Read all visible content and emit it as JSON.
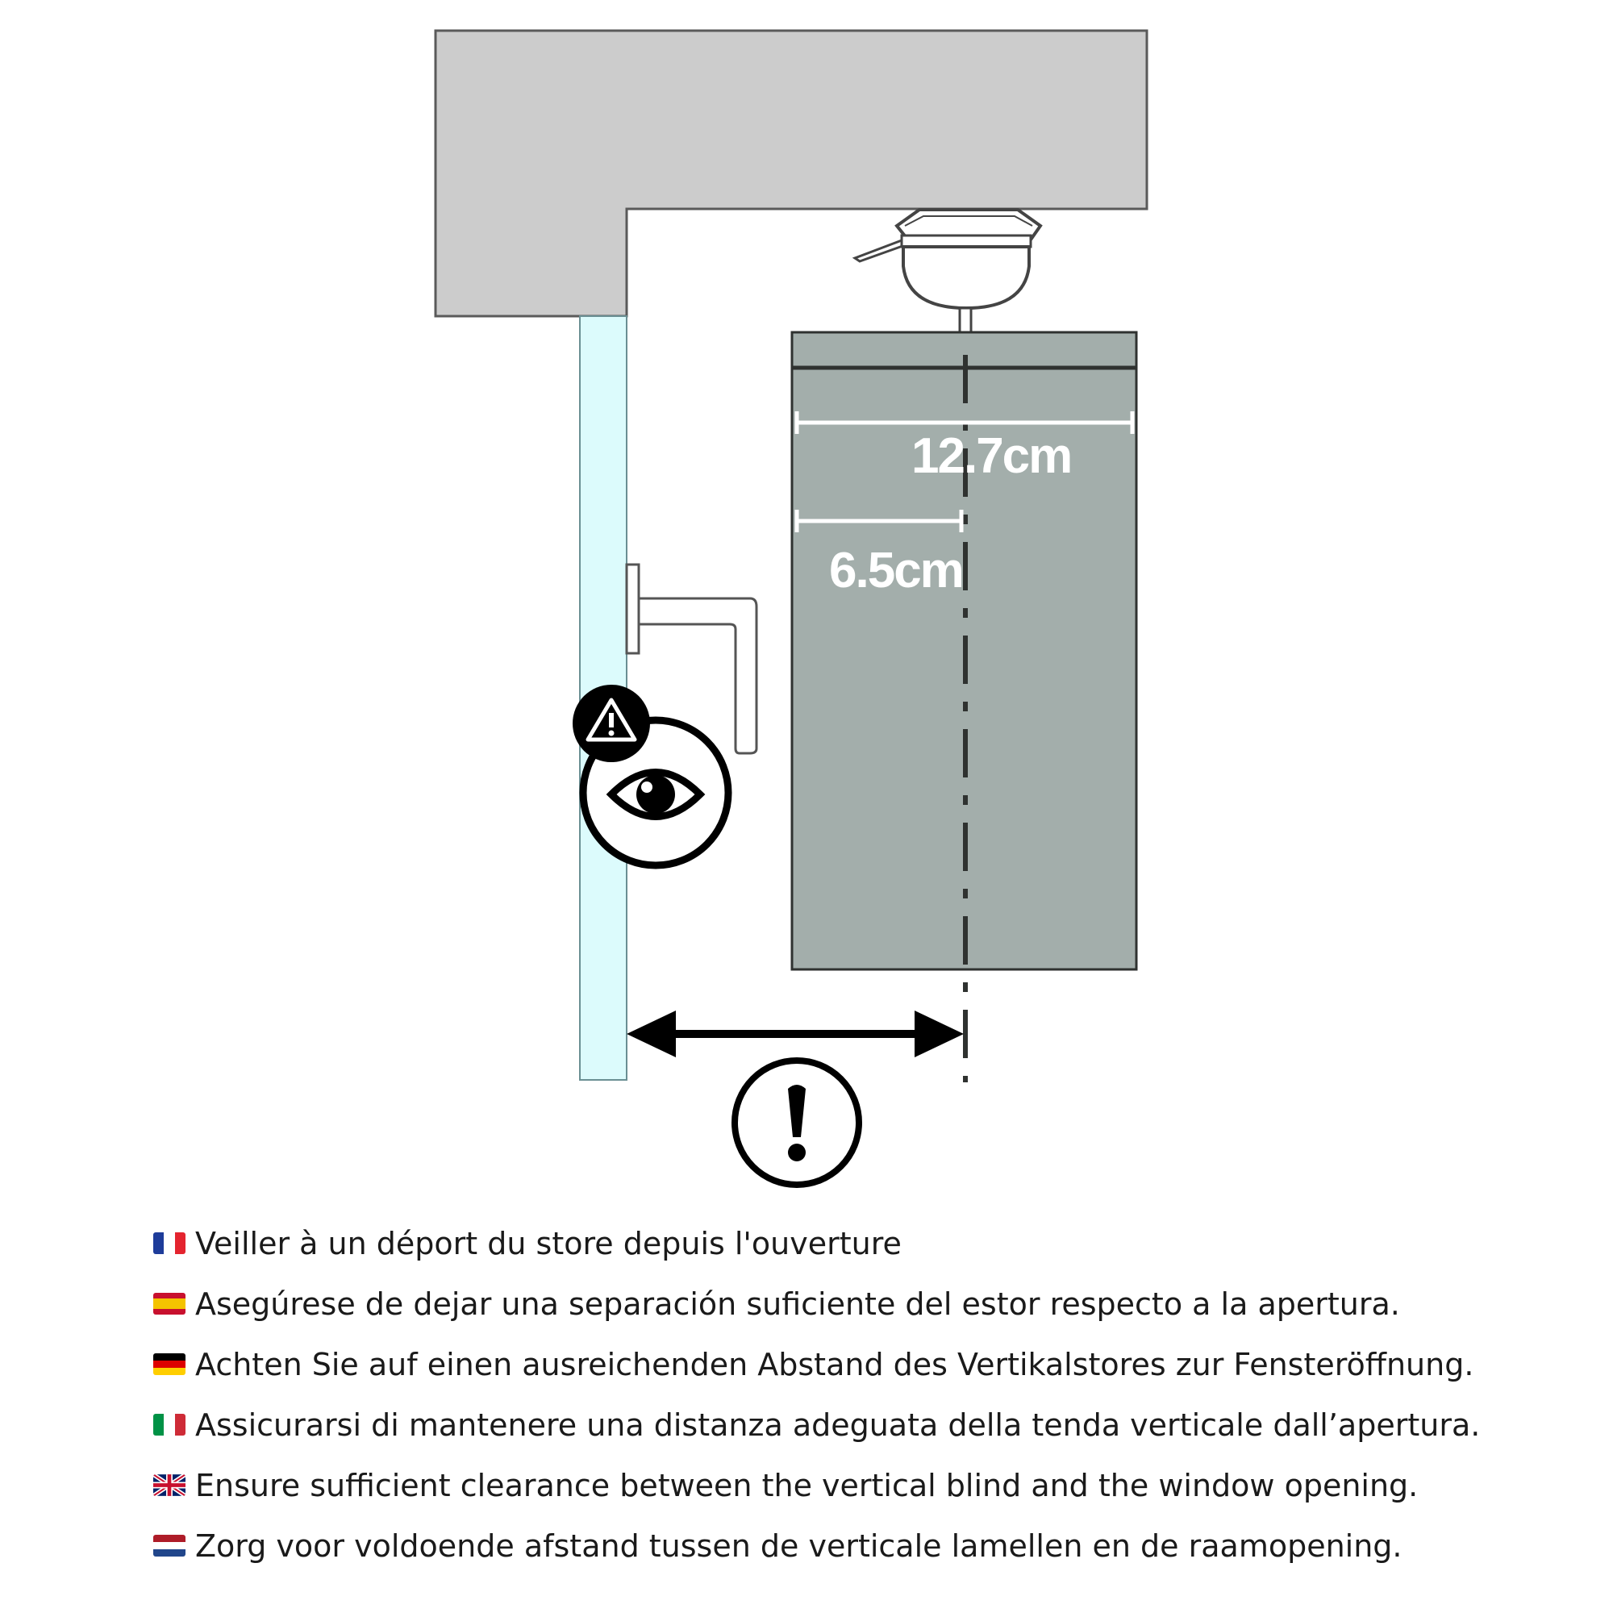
{
  "dimensions": {
    "width_large": "12.7cm",
    "width_small": "6.5cm"
  },
  "captions": [
    {
      "lang": "fr",
      "flag_colors": [
        "#1e3c9a",
        "#ffffff",
        "#e4242f"
      ],
      "flag_layout": "vertical",
      "text": "Veiller à un déport du store depuis l'ouverture"
    },
    {
      "lang": "es",
      "flag_colors": [
        "#c8102e",
        "#f4c300",
        "#c8102e"
      ],
      "flag_layout": "horizontal-es",
      "text": "Asegúrese de dejar una separación suficiente del estor respecto a la apertura."
    },
    {
      "lang": "de",
      "flag_colors": [
        "#000000",
        "#dd0000",
        "#ffce00"
      ],
      "flag_layout": "horizontal",
      "text": "Achten Sie auf einen ausreichenden Abstand des Vertikalstores zur Fensteröffnung."
    },
    {
      "lang": "it",
      "flag_colors": [
        "#009246",
        "#ffffff",
        "#ce2b37"
      ],
      "flag_layout": "vertical",
      "text": "Assicurarsi di mantenere una distanza adeguata della tenda verticale dall’apertura."
    },
    {
      "lang": "en",
      "flag_colors": [
        "#012169",
        "#ffffff",
        "#c8102e"
      ],
      "flag_layout": "uk",
      "text": "Ensure sufficient clearance between the vertical blind and the window opening."
    },
    {
      "lang": "nl",
      "flag_colors": [
        "#ae1c28",
        "#ffffff",
        "#21468b"
      ],
      "flag_layout": "horizontal",
      "text": "Zorg voor voldoende afstand tussen de verticale lamellen en de raamopening."
    }
  ],
  "icons": [
    "warning-triangle-icon",
    "eye-icon",
    "exclamation-icon",
    "double-arrow-icon"
  ],
  "colors": {
    "wall": "#cccccc",
    "glass": "#dcfbfc",
    "blind": "#a3aeab",
    "outline": "#2f3230"
  }
}
